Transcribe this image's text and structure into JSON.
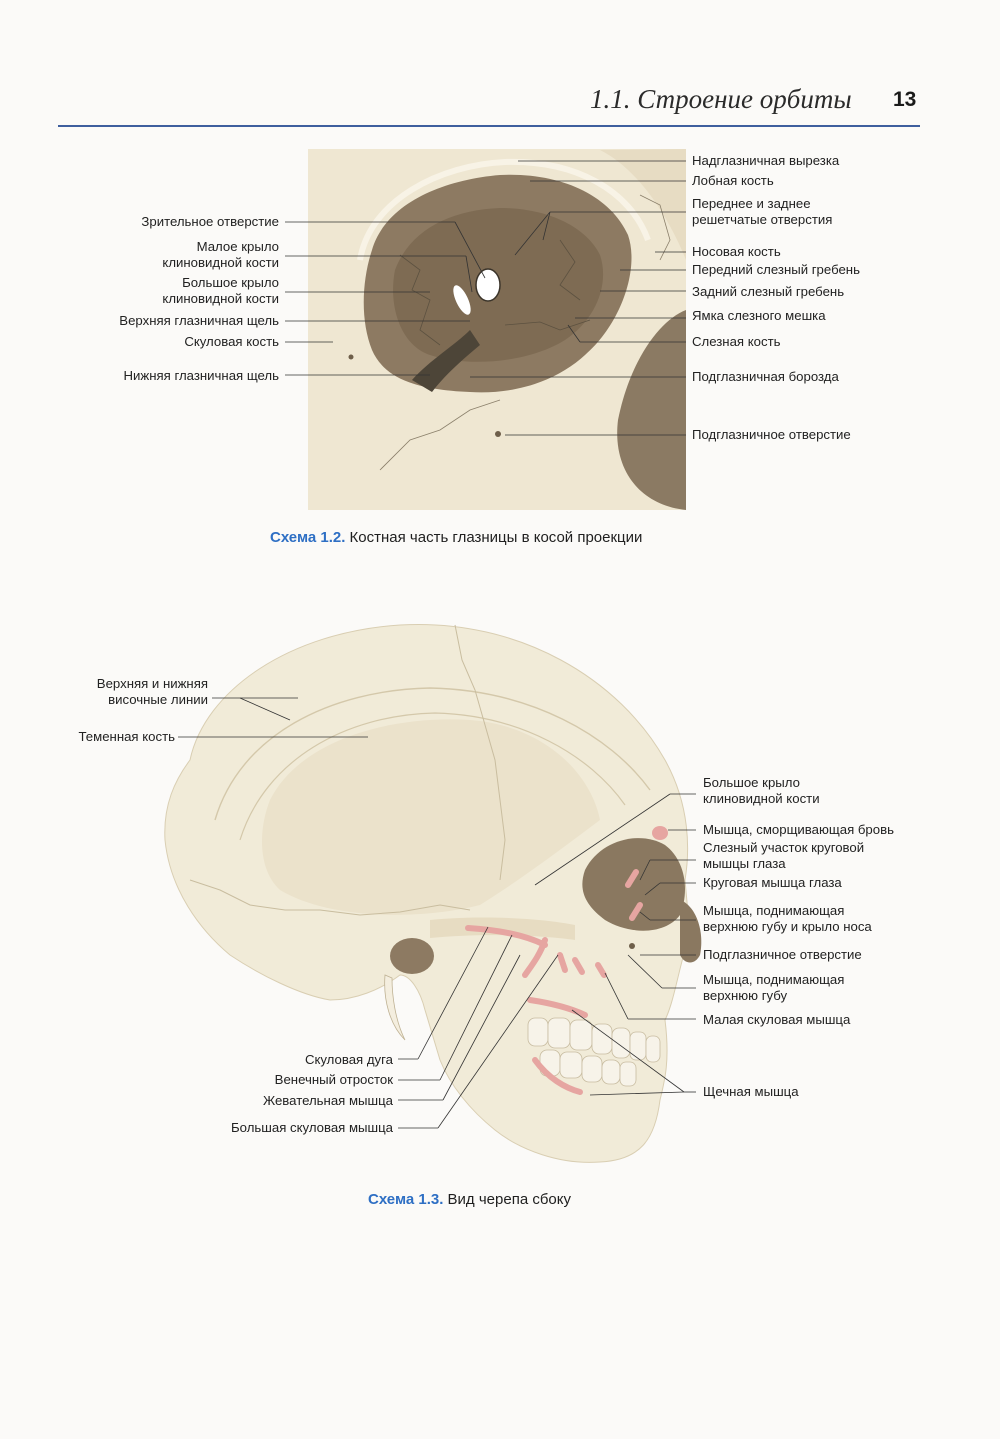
{
  "header": {
    "running_title": "1.1. Строение орбиты",
    "page_number": "13"
  },
  "figure_1_2": {
    "caption_number": "Схема 1.2.",
    "caption_text": "Костная часть глазницы в косой проекции",
    "labels_left": {
      "optic_foramen": "Зрительное отверстие",
      "lesser_wing": [
        "Малое крыло",
        "клиновидной кости"
      ],
      "greater_wing": [
        "Большое крыло",
        "клиновидной кости"
      ],
      "superior_fissure": "Верхняя глазничная щель",
      "zygomatic_bone": "Скуловая кость",
      "inferior_fissure": "Нижняя глазничная щель"
    },
    "labels_right": {
      "supraorbital_notch": "Надглазничная вырезка",
      "frontal_bone": "Лобная кость",
      "ethmoid_foramina": [
        "Переднее и заднее",
        "решетчатые отверстия"
      ],
      "nasal_bone": "Носовая кость",
      "anterior_crest": "Передний слезный гребень",
      "posterior_crest": "Задний слезный гребень",
      "lacrimal_fossa": "Ямка слезного мешка",
      "lacrimal_bone": "Слезная кость",
      "infraorbital_groove": "Подглазничная борозда",
      "infraorbital_foramen": "Подглазничное отверстие"
    }
  },
  "figure_1_3": {
    "caption_number": "Схема 1.3.",
    "caption_text": "Вид черепа сбоку",
    "labels_left": {
      "temporal_lines": [
        "Верхняя и нижняя",
        "височные линии"
      ],
      "parietal_bone": "Теменная кость",
      "zygomatic_arch": "Скуловая дуга",
      "coronoid_process": "Венечный отросток",
      "masseter": "Жевательная мышца",
      "zygomaticus_major": "Большая скуловая мышца"
    },
    "labels_right": {
      "greater_wing": [
        "Большое крыло",
        "клиновидной кости"
      ],
      "corrugator": "Мышца, сморщивающая бровь",
      "lacrimal_orbicularis": [
        "Слезный участок круговой",
        "мышцы глаза"
      ],
      "orbicularis_oculi": "Круговая мышца глаза",
      "levator_labii_alaeque": [
        "Мышца, поднимающая",
        "верхнюю губу и крыло носа"
      ],
      "infraorbital_foramen": "Подглазничное отверстие",
      "levator_labii": [
        "Мышца, поднимающая",
        "верхнюю губу"
      ],
      "zygomaticus_minor": "Малая скуловая мышца",
      "buccinator": "Щечная мышца"
    }
  },
  "colors": {
    "accent": "#2e6fc4",
    "rule": "#3f5f9e",
    "bone": "#f0e9d6",
    "orbit_shadow": "#7f6e57",
    "muscle": "#e6a5a1"
  }
}
